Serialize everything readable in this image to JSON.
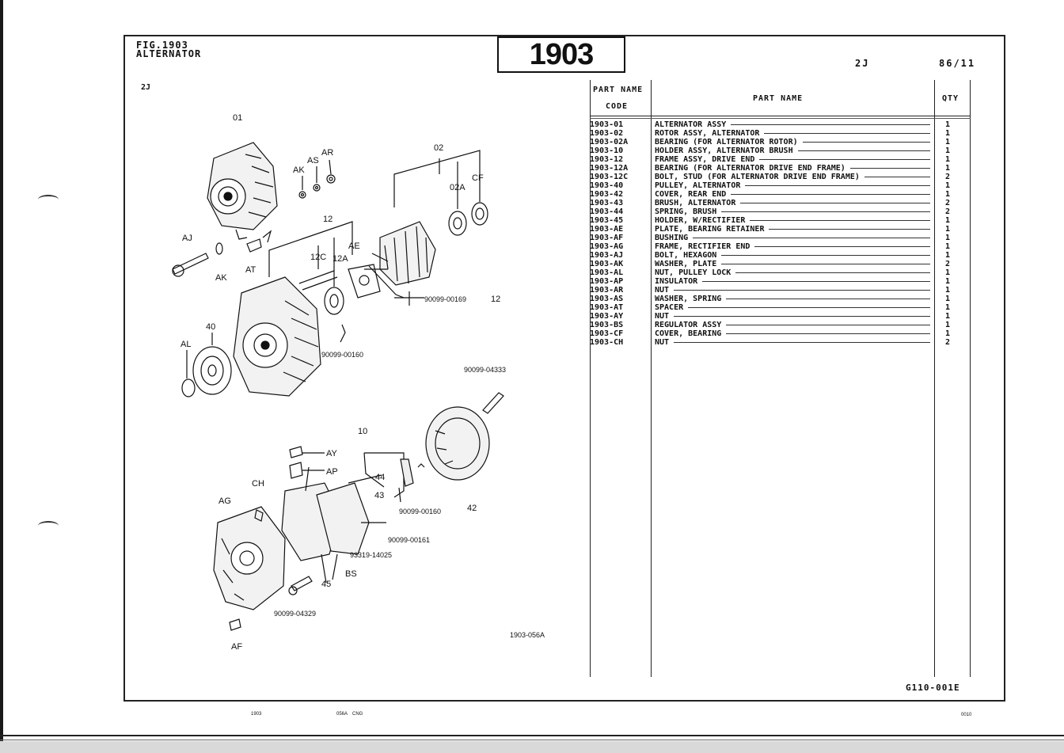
{
  "header": {
    "fig_number": "FIG.1903",
    "fig_title": "ALTERNATOR",
    "fig_box": "1903",
    "model": "2J",
    "date": "86/11"
  },
  "diagram": {
    "model": "2J",
    "code": "1903-056A",
    "labels": {
      "l01": "01",
      "l02": "02",
      "l02a": "02A",
      "lcf": "CF",
      "lar": "AR",
      "las": "AS",
      "lak1": "AK",
      "laj": "AJ",
      "lak2": "AK",
      "lat": "AT",
      "l12": "12",
      "l12c": "12C",
      "l12a": "12A",
      "lae": "AE",
      "p169": "90099-00169",
      "p169b": "12",
      "l40": "40",
      "lal": "AL",
      "p160a": "90099-00160",
      "p4333": "90099-04333",
      "l10": "10",
      "lay": "AY",
      "lap": "AP",
      "l44": "44",
      "l43": "43",
      "p160b": "90099-00160",
      "l42": "42",
      "lch": "CH",
      "lag": "AG",
      "p161": "90099-00161",
      "p14025": "93319-14025",
      "lbs": "BS",
      "l45": "45",
      "p4329": "90099-04329",
      "laf": "AF"
    }
  },
  "table": {
    "h_code_top": "PART NAME",
    "h_code_bottom": "CODE",
    "h_name": "PART  NAME",
    "h_qty": "QTY",
    "rows": [
      {
        "code": "1903-01",
        "name": "ALTERNATOR ASSY",
        "qty": "1"
      },
      {
        "code": "1903-02",
        "name": "ROTOR ASSY, ALTERNATOR",
        "qty": "1"
      },
      {
        "code": "1903-02A",
        "name": "BEARING (FOR ALTERNATOR ROTOR)",
        "qty": "1"
      },
      {
        "code": "1903-10",
        "name": "HOLDER ASSY, ALTERNATOR BRUSH",
        "qty": "1"
      },
      {
        "code": "1903-12",
        "name": "FRAME ASSY, DRIVE END",
        "qty": "1"
      },
      {
        "code": "1903-12A",
        "name": "BEARING (FOR ALTERNATOR DRIVE END FRAME)",
        "qty": "1"
      },
      {
        "code": "1903-12C",
        "name": "BOLT, STUD (FOR ALTERNATOR DRIVE END FRAME)",
        "qty": "2"
      },
      {
        "code": "1903-40",
        "name": "PULLEY, ALTERNATOR",
        "qty": "1"
      },
      {
        "code": "1903-42",
        "name": "COVER, REAR END",
        "qty": "1"
      },
      {
        "code": "1903-43",
        "name": "BRUSH, ALTERNATOR",
        "qty": "2"
      },
      {
        "code": "1903-44",
        "name": "SPRING, BRUSH",
        "qty": "2"
      },
      {
        "code": "1903-45",
        "name": "HOLDER, W/RECTIFIER",
        "qty": "1"
      },
      {
        "code": "1903-AE",
        "name": "PLATE, BEARING RETAINER",
        "qty": "1"
      },
      {
        "code": "1903-AF",
        "name": "BUSHING",
        "qty": "1"
      },
      {
        "code": "1903-AG",
        "name": "FRAME, RECTIFIER END",
        "qty": "1"
      },
      {
        "code": "1903-AJ",
        "name": "BOLT, HEXAGON",
        "qty": "1"
      },
      {
        "code": "1903-AK",
        "name": "WASHER, PLATE",
        "qty": "2"
      },
      {
        "code": "1903-AL",
        "name": "NUT, PULLEY LOCK",
        "qty": "1"
      },
      {
        "code": "1903-AP",
        "name": "INSULATOR",
        "qty": "1"
      },
      {
        "code": "1903-AR",
        "name": "NUT",
        "qty": "1"
      },
      {
        "code": "1903-AS",
        "name": "WASHER, SPRING",
        "qty": "1"
      },
      {
        "code": "1903-AT",
        "name": "SPACER",
        "qty": "1"
      },
      {
        "code": "1903-AY",
        "name": "NUT",
        "qty": "1"
      },
      {
        "code": "1903-BS",
        "name": "REGULATOR ASSY",
        "qty": "1"
      },
      {
        "code": "1903-CF",
        "name": "COVER, BEARING",
        "qty": "1"
      },
      {
        "code": "1903-CH",
        "name": "NUT",
        "qty": "2"
      }
    ]
  },
  "footer": {
    "doc_code": "G110-001E",
    "small_1": "1903",
    "small_2": "056A",
    "small_3": "CNG",
    "small_4": "0010"
  }
}
